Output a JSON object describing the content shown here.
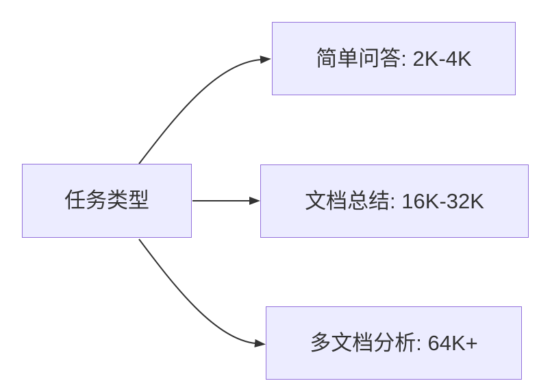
{
  "diagram": {
    "type": "flowchart-left-to-right",
    "nodes": {
      "root": {
        "label": "任务类型"
      },
      "qa": {
        "label": "简单问答: 2K-4K"
      },
      "summary": {
        "label": "文档总结: 16K-32K"
      },
      "multidoc": {
        "label": "多文档分析: 64K+"
      }
    },
    "edges": [
      {
        "from": "任务类型",
        "to": "简单问答: 2K-4K"
      },
      {
        "from": "任务类型",
        "to": "文档总结: 16K-32K"
      },
      {
        "from": "任务类型",
        "to": "多文档分析: 64K+"
      }
    ]
  },
  "theme": {
    "background": "#ffffff",
    "node_fill": "#ececff",
    "node_border": "#9370db",
    "edge_color": "#333333",
    "text_color": "#333333"
  }
}
